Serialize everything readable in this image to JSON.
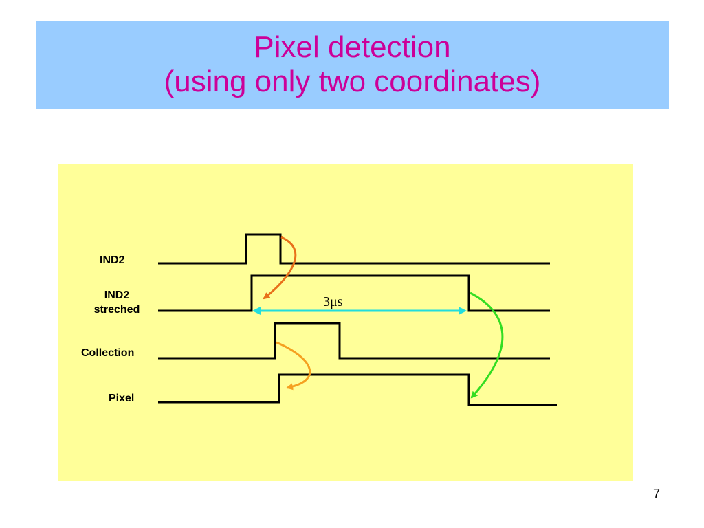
{
  "slide": {
    "title_line1": "Pixel detection",
    "title_line2": "(using only two coordinates)",
    "page_number": "7"
  },
  "diagram": {
    "signals": [
      {
        "id": "ind2",
        "label": "IND2"
      },
      {
        "id": "ind2-streched",
        "label_line1": "IND2",
        "label_line2": "streched"
      },
      {
        "id": "collection",
        "label": "Collection"
      },
      {
        "id": "pixel",
        "label": "Pixel"
      }
    ],
    "duration_label": "3μs"
  },
  "colors": {
    "title_band": "#99ccff",
    "title_text": "#cc0099",
    "panel": "#ffff99",
    "arrow_ind2": "#e8701a",
    "arrow_collection": "#f5a020",
    "arrow_pixel": "#33dd22",
    "duration_arrow": "#22dddd"
  }
}
